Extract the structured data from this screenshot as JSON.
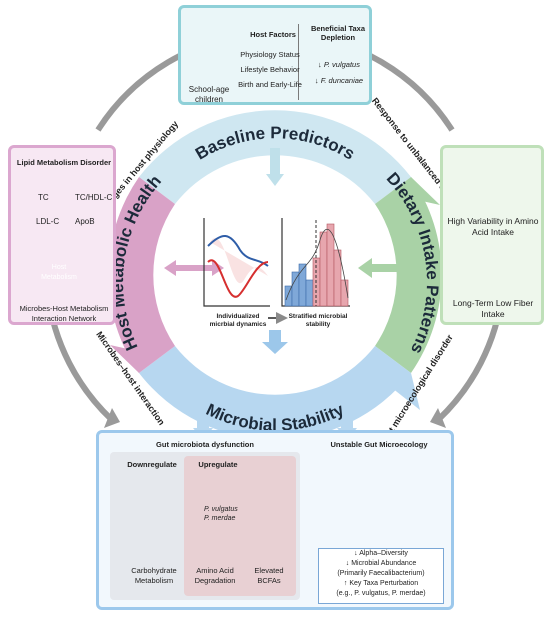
{
  "top_panel": {
    "children_label": "School-age children",
    "host_factors_title": "Host Factors",
    "host_factors": [
      "Physiology Status",
      "Lifestyle Behavior",
      "Birth and Early-Life"
    ],
    "taxa_title": "Beneficial Taxa Depletion",
    "taxa": [
      "↓ P. vulgatus",
      "↓ F. duncaniae"
    ]
  },
  "outer_ring": {
    "top_left": "Changes in host physiology",
    "top_right": "Response to unbalanced diet",
    "bottom_left": "Microbes–host interaction",
    "bottom_right": "Gut microecological disorder"
  },
  "ring": {
    "top": "Baseline Predictors",
    "left": "Host Metabolic Health",
    "right": "Dietary Intake Patterns",
    "bottom": "Microbial Stability"
  },
  "center": {
    "left_caption": "Individualized micrbial dynamics",
    "right_caption": "Stratified microbial stability"
  },
  "left_panel": {
    "title": "Lipid Metabolism Disorder",
    "markers": [
      "TC",
      "TC/HDL-C",
      "LDL-C",
      "ApoB"
    ],
    "node": "Host Metabolism",
    "caption": "Microbes-Host Metabolism Interaction Network"
  },
  "right_panel": {
    "item1": "High Variability in Amino Acid Intake",
    "item2": "Long-Term Low Fiber Intake"
  },
  "bottom_panel": {
    "left_title": "Gut microbiota dysfunction",
    "down_title": "Downregulate",
    "down_caption": "Carbohydrate Metabolism",
    "up_title": "Upregulate",
    "up_taxa": "P. vulgatus P. merdae",
    "aa_caption": "Amino Acid Degradation",
    "bcfa_caption": "Elevated BCFAs",
    "right_title": "Unstable Gut Microecology",
    "findings": [
      "↓ Alpha–Diversity",
      "↓ Microbial Abundance",
      "(Primarily Faecalibacterium)",
      "↑ Key Taxa Perturbation",
      "(e.g., P. vulgatus, P. merdae)"
    ]
  },
  "colors": {
    "ring_top": "#cfe7f1",
    "ring_left": "#d9a2c7",
    "ring_right": "#a9d2a6",
    "ring_bottom": "#b7d7f0",
    "arrow_up": "#b22d2d",
    "teal_panel": "#d6ecf1",
    "pink_panel": "#f1dced",
    "green_panel": "#e3f1e1"
  }
}
